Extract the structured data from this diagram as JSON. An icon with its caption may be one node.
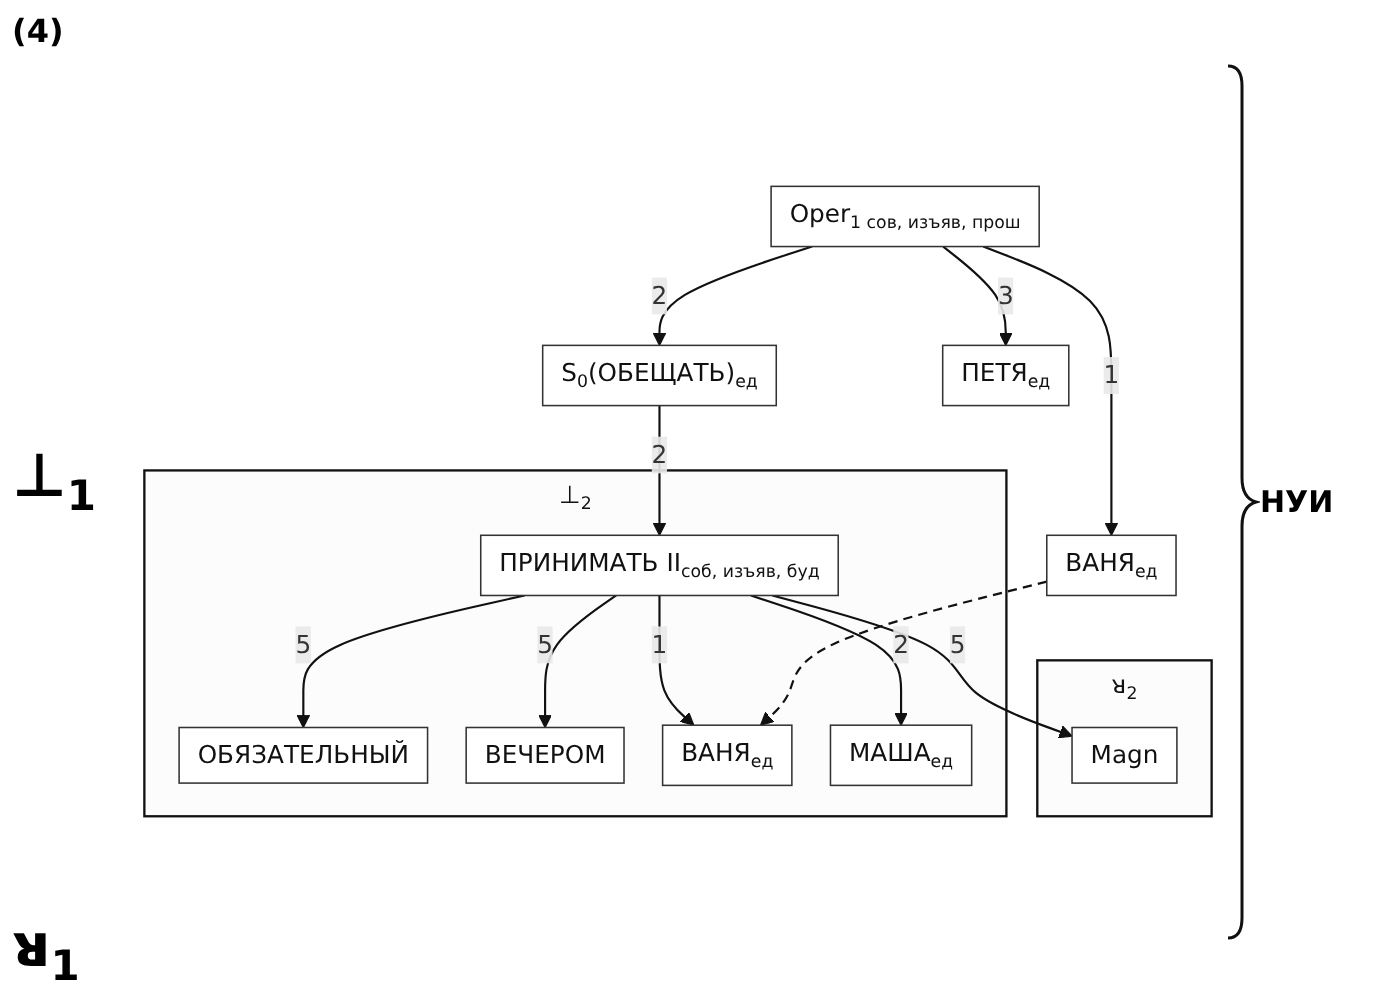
{
  "diagram": {
    "nodes": [
      {
        "text": [
          "Oper$_{1 сов, изъяв, прош}$"
        ]
      },
      {
        "text": [
          "ВАНЯ$_{ед}$"
        ]
      },
      {
        "text": [
          "S$_{0}$(ОБЕЩАТЬ)$_{ед}$"
        ]
      },
      {
        "text": [
          "ПЕТЯ$_{ед}$"
        ]
      },
      {
        "text": [
          "⊥$_{2}$"
        ]
      },
      {
        "text": [
          "ОБЯЗАТЕЛЬНЫЙ"
        ],
        "in": 4
      },
      {
        "text": [
          "ПРИНИМАТЬ II$_{соб, изъяв, буд}$"
        ],
        "in": 4
      },
      {
        "text": [
          "ВЕЧЕРОМ"
        ],
        "in": 4
      },
      {
        "text": [
          "ᴚ$_{2}$"
        ]
      },
      {
        "text": [
          "Magn"
        ],
        "in": 8
      },
      {
        "text": [
          "ВАНЯ$_{ед}$"
        ],
        "in": 4
      },
      {
        "text": [
          "МАША$_{ед}$"
        ],
        "in": 4
      }
    ],
    "edges": [
      {
        "from": 0,
        "to": 1,
        "arrow": "to",
        "label": "1"
      },
      {
        "from": 0,
        "to": 2,
        "arrow": "to",
        "label": "2"
      },
      {
        "from": 0,
        "to": 3,
        "arrow": "to",
        "label": "3"
      },
      {
        "from": 2,
        "to": 6,
        "arrow": "to",
        "label": "2"
      },
      {
        "from": 6,
        "to": 5,
        "arrow": "to",
        "label": "5"
      },
      {
        "from": 6,
        "to": 7,
        "arrow": "to",
        "label": "5"
      },
      {
        "from": 6,
        "to": 10,
        "arrow": "to",
        "label": "1"
      },
      {
        "from": 6,
        "to": 11,
        "arrow": "to",
        "label": "2"
      },
      {
        "from": 6,
        "to": 9,
        "arrow": "to",
        "label": "5"
      },
      {
        "from": 1,
        "to": 10,
        "arrow": "to",
        "style": "dashed"
      }
    ],
    "labels": [
      "(4)",
      "⊥$_{1}$",
      "ᴚ$_{1}$",
      "НУИ"
    ]
  }
}
